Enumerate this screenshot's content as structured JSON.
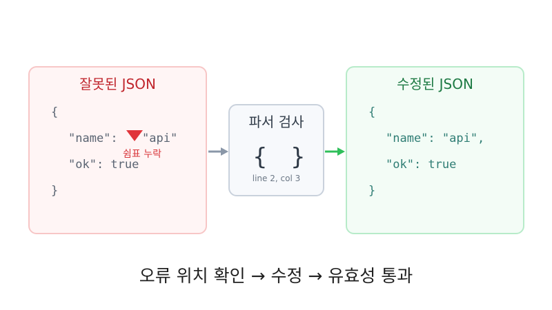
{
  "invalid_json": {
    "title": "잘못된 JSON",
    "lines": [
      "{",
      "\"name\":",
      "\"api\"",
      "\"ok\": true",
      "}"
    ],
    "error_label": "쉼표 누락"
  },
  "parser": {
    "title": "파서 검사",
    "brace_open": "{",
    "brace_close": "}",
    "position": "line 2, col 3"
  },
  "fixed_json": {
    "title": "수정된 JSON",
    "lines": [
      "{",
      "\"name\": \"api\",",
      "\"ok\": true",
      "}"
    ]
  },
  "caption": "오류 위치 확인 → 수정 → 유효성 통과",
  "colors": {
    "error": "#e0353b",
    "success": "#2fbf5a",
    "arrow_gray": "#8a97a8"
  }
}
